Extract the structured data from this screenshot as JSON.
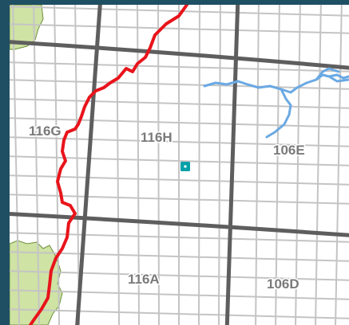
{
  "map": {
    "colors": {
      "background": "#ffffff",
      "frame": "#1f4f63",
      "minor_grid": "#c4c4c4",
      "major_grid": "#5e5e5e",
      "boundary": "#e8141b",
      "river": "#6aa9e3",
      "park_fill": "#cfe3a4",
      "park_edge": "#6a8f3a",
      "marker": "#00a0a8"
    },
    "sheet_labels": [
      {
        "id": "116G",
        "text": "116G"
      },
      {
        "id": "116H",
        "text": "116H"
      },
      {
        "id": "106E",
        "text": "106E"
      },
      {
        "id": "116A",
        "text": "116A"
      },
      {
        "id": "106D",
        "text": "106D"
      }
    ],
    "icons": {
      "location_marker": "square-location-marker-icon"
    }
  }
}
